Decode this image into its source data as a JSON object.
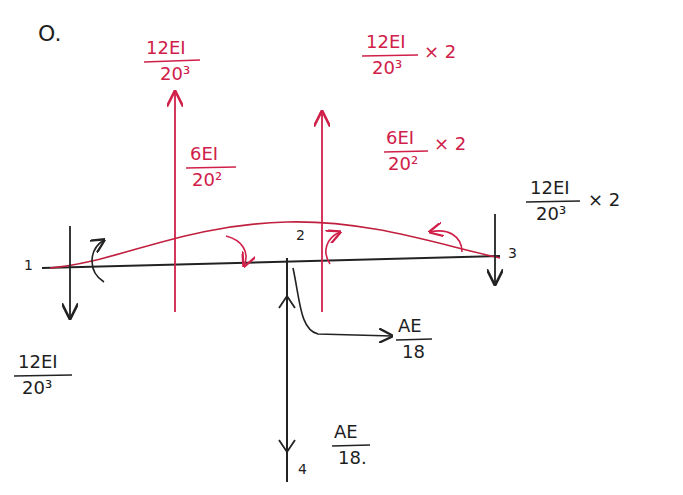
{
  "diagram": {
    "labels": [
      "O.",
      "12EI",
      "20³",
      "6EI",
      "20²",
      "12EI",
      "20³",
      "× 2",
      "6EI",
      "20²",
      "× 2",
      "12EI",
      "20³",
      "× 2",
      "12EI",
      "20³",
      "AE",
      "18",
      "AE",
      "18.",
      "1",
      "2",
      "3",
      "4"
    ]
  }
}
